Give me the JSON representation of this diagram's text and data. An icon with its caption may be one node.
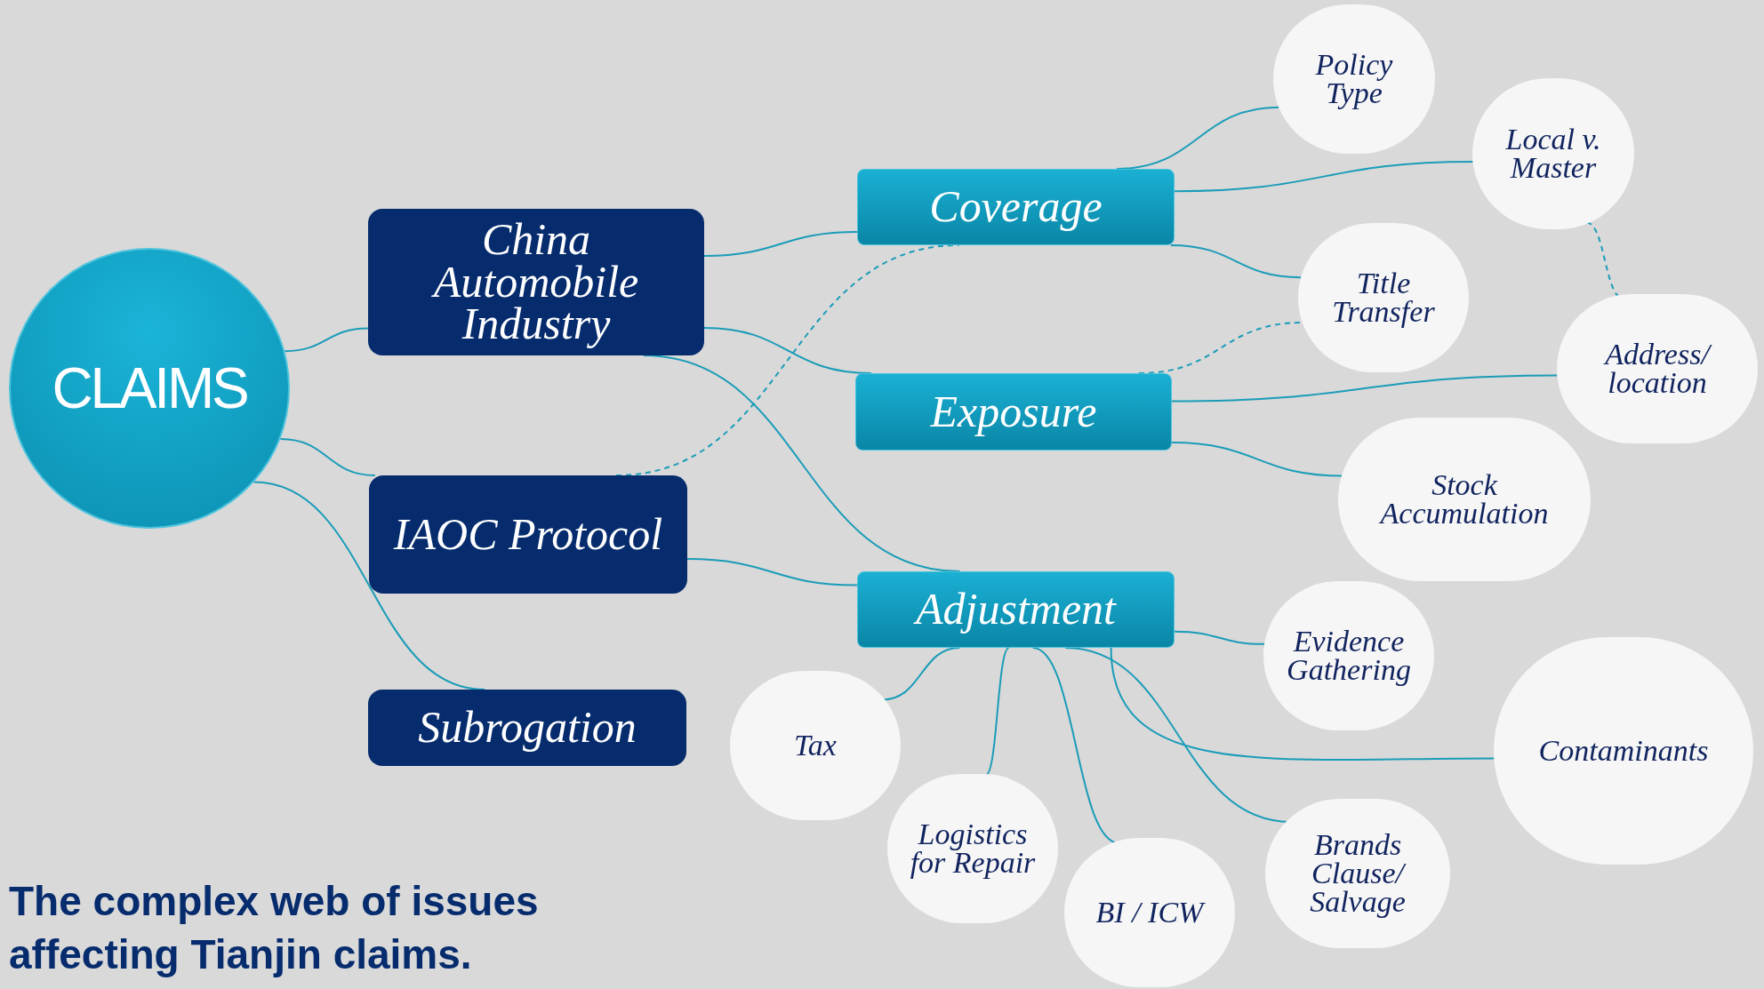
{
  "diagram": {
    "title": "The complex web of issues affecting Tianjin claims.",
    "nodes": [
      {
        "text": [
          "CLAIMS"
        ]
      },
      {
        "text": [
          "China Automobile Industry"
        ]
      },
      {
        "text": [
          "IAOC Protocol"
        ]
      },
      {
        "text": [
          "Subrogation"
        ]
      },
      {
        "text": [
          "Coverage"
        ]
      },
      {
        "text": [
          "Exposure"
        ]
      },
      {
        "text": [
          "Adjustment"
        ]
      },
      {
        "text": [
          "Policy Type"
        ]
      },
      {
        "text": [
          "Local v. Master"
        ]
      },
      {
        "text": [
          "Title Transfer"
        ]
      },
      {
        "text": [
          "Address/ location"
        ]
      },
      {
        "text": [
          "Stock Accumulation"
        ]
      },
      {
        "text": [
          "Evidence Gathering"
        ]
      },
      {
        "text": [
          "Contaminants"
        ]
      },
      {
        "text": [
          "Tax"
        ]
      },
      {
        "text": [
          "Logistics for Repair"
        ]
      },
      {
        "text": [
          "BI / ICW"
        ]
      },
      {
        "text": [
          "Brands Clause/ Salvage"
        ]
      }
    ],
    "edges": [
      {
        "from": 0,
        "to": 1,
        "arrow": "none"
      },
      {
        "from": 0,
        "to": 2,
        "arrow": "none"
      },
      {
        "from": 0,
        "to": 3,
        "arrow": "none"
      },
      {
        "from": 1,
        "to": 4,
        "arrow": "none"
      },
      {
        "from": 1,
        "to": 5,
        "arrow": "none"
      },
      {
        "from": 1,
        "to": 6,
        "arrow": "none"
      },
      {
        "from": 2,
        "to": 4,
        "arrow": "none",
        "style": "dashed"
      },
      {
        "from": 2,
        "to": 6,
        "arrow": "none"
      },
      {
        "from": 4,
        "to": 7,
        "arrow": "none"
      },
      {
        "from": 4,
        "to": 8,
        "arrow": "none"
      },
      {
        "from": 4,
        "to": 9,
        "arrow": "none"
      },
      {
        "from": 5,
        "to": 9,
        "arrow": "none",
        "style": "dashed"
      },
      {
        "from": 5,
        "to": 10,
        "arrow": "none"
      },
      {
        "from": 5,
        "to": 11,
        "arrow": "none"
      },
      {
        "from": 8,
        "to": 10,
        "arrow": "none",
        "style": "dashed"
      },
      {
        "from": 6,
        "to": 12,
        "arrow": "none"
      },
      {
        "from": 6,
        "to": 13,
        "arrow": "none"
      },
      {
        "from": 6,
        "to": 14,
        "arrow": "none"
      },
      {
        "from": 6,
        "to": 15,
        "arrow": "none"
      },
      {
        "from": 6,
        "to": 16,
        "arrow": "none"
      },
      {
        "from": 6,
        "to": 17,
        "arrow": "none"
      }
    ]
  }
}
